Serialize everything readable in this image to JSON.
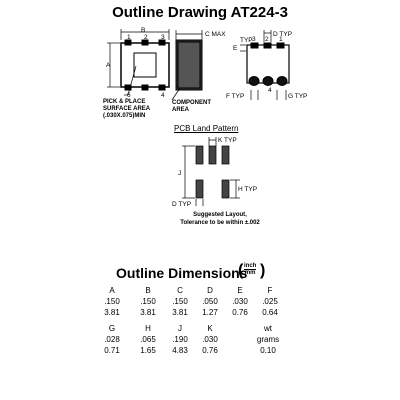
{
  "title": "Outline Drawing AT224-3",
  "drawing": {
    "pins_top": [
      "1",
      "2",
      "3"
    ],
    "pins_bottom": [
      "6",
      "4"
    ],
    "pin_right_top": [
      "3",
      "2",
      "1"
    ],
    "pin_right_bottom": [
      "4"
    ],
    "dim_A": "A",
    "dim_B": "B",
    "dim_C": "C MAX",
    "dim_D": "D TYP",
    "dim_E": "E",
    "dim_E_typ": "TYP",
    "dim_F": "F TYP",
    "dim_G": "G TYP",
    "pick_place": [
      "PICK & PLACE",
      "SURFACE AREA",
      "(.030X.075)MIN"
    ],
    "component_area": [
      "COMPONENT",
      "AREA"
    ]
  },
  "pcb": {
    "title": "PCB Land Pattern",
    "dim_K": "K TYP",
    "dim_J": "J",
    "dim_H": "H TYP",
    "dim_D": "D TYP"
  },
  "suggested": [
    "Suggested Layout,",
    "Tolerance to be within ±.002"
  ],
  "dimensions": {
    "title": "Outline Dimensions",
    "unit_top": "inch",
    "unit_bottom": "mm",
    "row1_headers": [
      "A",
      "B",
      "C",
      "D",
      "E",
      "F"
    ],
    "row1_inch": [
      ".150",
      ".150",
      ".150",
      ".050",
      ".030",
      ".025"
    ],
    "row1_mm": [
      "3.81",
      "3.81",
      "3.81",
      "1.27",
      "0.76",
      "0.64"
    ],
    "row2_headers": [
      "G",
      "H",
      "J",
      "K",
      "",
      "wt"
    ],
    "row2_inch": [
      ".028",
      ".065",
      ".190",
      ".030",
      "",
      "grams"
    ],
    "row2_mm": [
      "0.71",
      "1.65",
      "4.83",
      "0.76",
      "",
      "0.10"
    ]
  }
}
